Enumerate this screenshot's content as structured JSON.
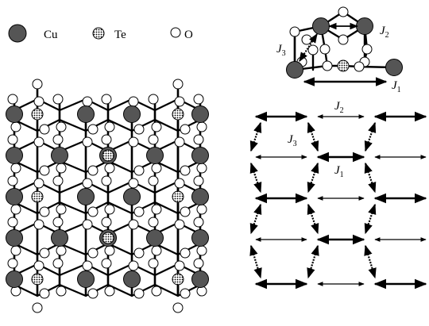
{
  "legend": {
    "cu": "Cu",
    "te": "Te",
    "o": "O"
  },
  "couplings": {
    "j1_symbol": "J",
    "j1_index": "1",
    "j2_symbol": "J",
    "j2_index": "2",
    "j3_symbol": "J",
    "j3_index": "3"
  },
  "colors": {
    "cu_fill": "#555555",
    "o_fill": "#ffffff",
    "te_fill": "#ffffff",
    "bond": "#000000"
  },
  "icons": {
    "cu": "cu-atom-icon",
    "te": "te-atom-icon",
    "o": "o-atom-icon"
  }
}
